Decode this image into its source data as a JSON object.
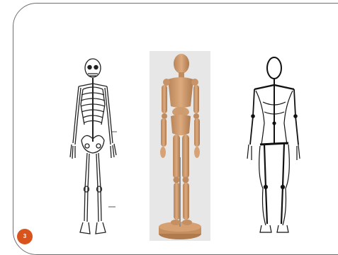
{
  "slide": {
    "page_number": "3",
    "figures": [
      {
        "name": "skeleton-drawing"
      },
      {
        "name": "wooden-mannequin-photo"
      },
      {
        "name": "figure-construction-sketch"
      }
    ]
  },
  "colors": {
    "badge": "#d9541c",
    "wood": "#d2a277",
    "photo_background": "#e7e7e7",
    "frame": "#6f6f6f"
  }
}
